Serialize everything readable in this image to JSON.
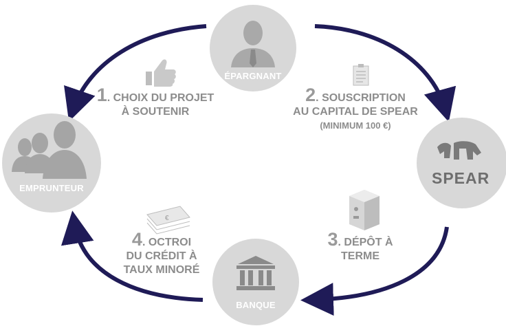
{
  "nodes": {
    "epargnant": "ÉPARGNANT",
    "emprunteur": "EMPRUNTEUR",
    "spear": "SPEAR",
    "banque": "BANQUE"
  },
  "steps": {
    "s1": {
      "num": "1",
      "line1": ". CHOIX DU PROJET",
      "line2": "À SOUTENIR"
    },
    "s2": {
      "num": "2",
      "line1": ". SOUSCRIPTION",
      "line2": "AU CAPITAL DE SPEAR",
      "line3": "(MINIMUM 100 €)"
    },
    "s3": {
      "num": "3",
      "line1": ". DÉPÔT À",
      "line2": "TERME"
    },
    "s4": {
      "num": "4",
      "line1": ". OCTROI",
      "line2": "DU CRÉDIT À",
      "line3": "TAUX MINORÉ"
    }
  },
  "icons": {
    "thumbs_up": "thumbs-up-icon",
    "document": "document-icon",
    "safe": "safe-icon",
    "banknote": "banknote-icon",
    "bank": "bank-icon",
    "person": "person-icon",
    "group": "group-icon",
    "spear_logo": "spear-logo-icon",
    "banknote_symbol": "€"
  },
  "colors": {
    "arrow": "#1f1b57",
    "circle": "#d8d8d8",
    "text": "#8c8c8c"
  }
}
